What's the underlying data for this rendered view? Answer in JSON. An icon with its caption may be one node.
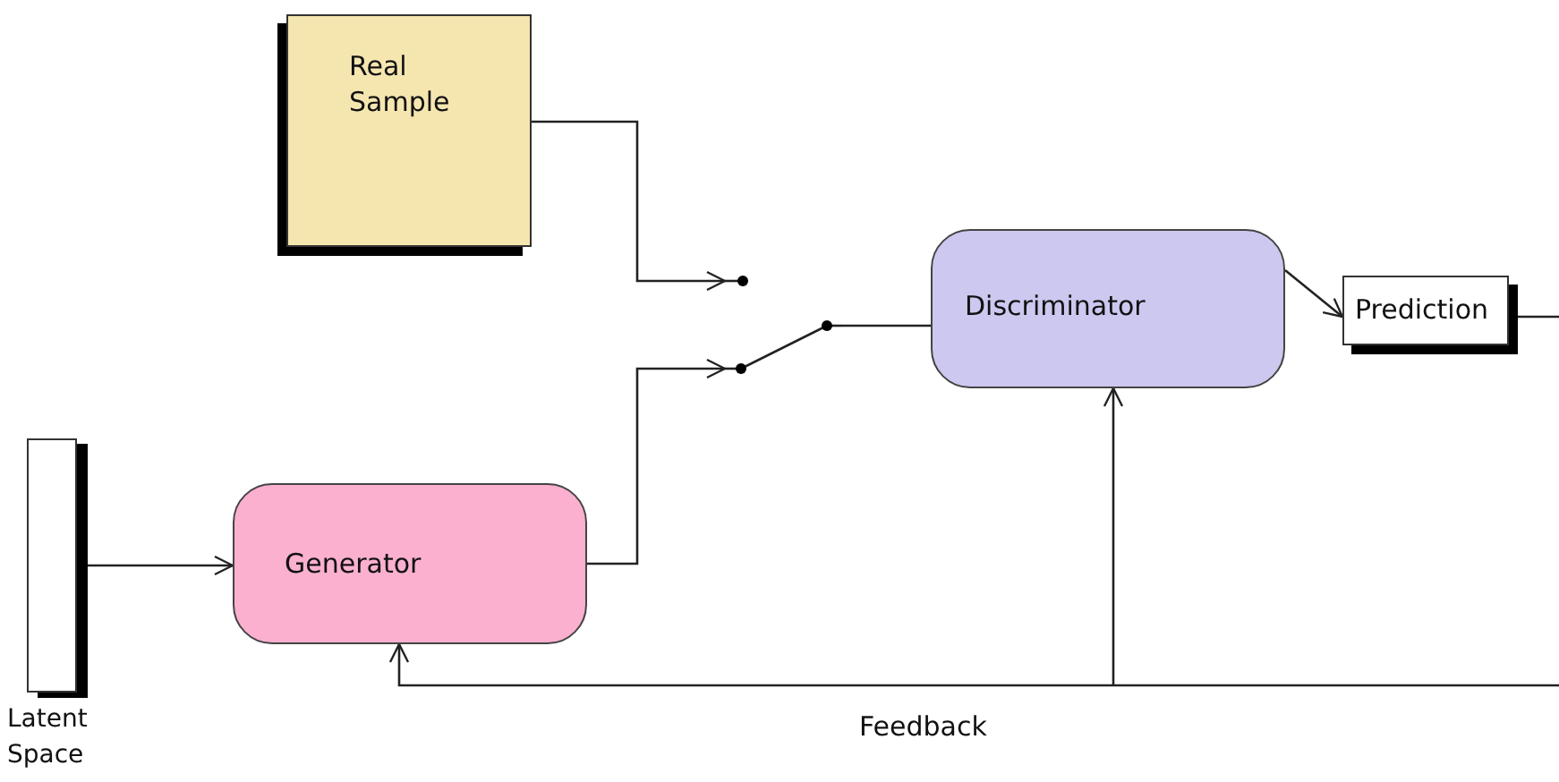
{
  "diagram": {
    "nodes": [
      {
        "text": [
          "Real Sample"
        ]
      },
      {
        "text": [],
        "shape": "switch"
      },
      {
        "text": [
          "Discriminator"
        ]
      },
      {
        "text": [
          "Prediction"
        ]
      },
      {
        "text": [
          "Latent Space"
        ]
      },
      {
        "text": [
          "Generator"
        ]
      }
    ],
    "edges": [
      {
        "from": 0,
        "to": 1,
        "arrow": "to"
      },
      {
        "from": 5,
        "to": 1,
        "arrow": "to"
      },
      {
        "from": 1,
        "to": 2,
        "arrow": "none"
      },
      {
        "from": 2,
        "to": 3,
        "arrow": "to"
      },
      {
        "from": 3,
        "to": null,
        "arrow": "none"
      },
      {
        "from": 4,
        "to": 5,
        "arrow": "to"
      },
      {
        "from": null,
        "to": 5,
        "arrow": "to",
        "label": "Feedback"
      },
      {
        "from": null,
        "to": 2,
        "arrow": "to"
      }
    ]
  }
}
